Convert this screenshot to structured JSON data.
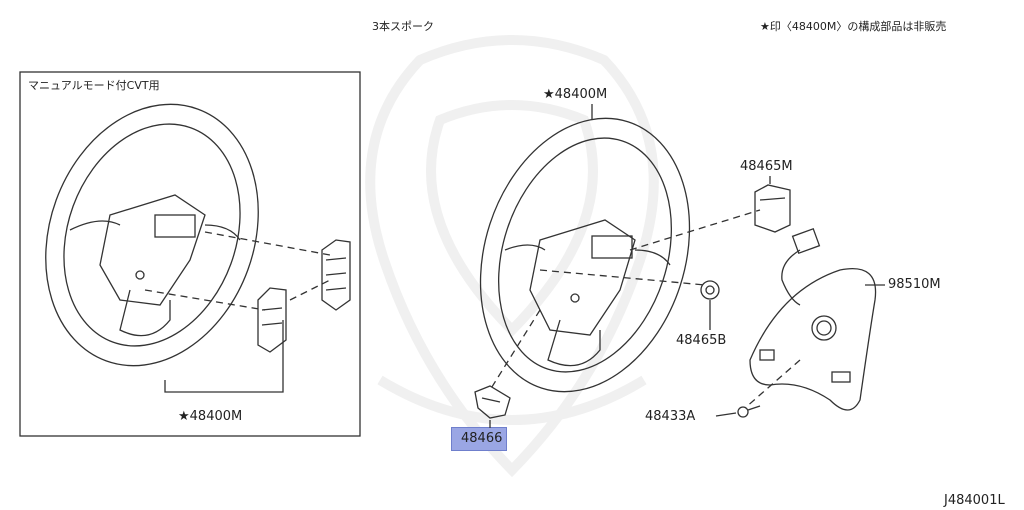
{
  "header": {
    "title": "3本スポーク",
    "note": "★印〈48400M〉の構成部品は非販売"
  },
  "inset": {
    "caption": "マニュアルモード付CVT用",
    "part_label": "★48400M"
  },
  "parts": {
    "steering_wheel": "★48400M",
    "bracket": "48465M",
    "nut": "48465B",
    "airbag_module": "98510M",
    "bolt": "48433A",
    "switch": "48466"
  },
  "footer": {
    "diagram_code": "J484001L"
  },
  "colors": {
    "highlight": "#9aa6e4",
    "line": "#333333"
  }
}
